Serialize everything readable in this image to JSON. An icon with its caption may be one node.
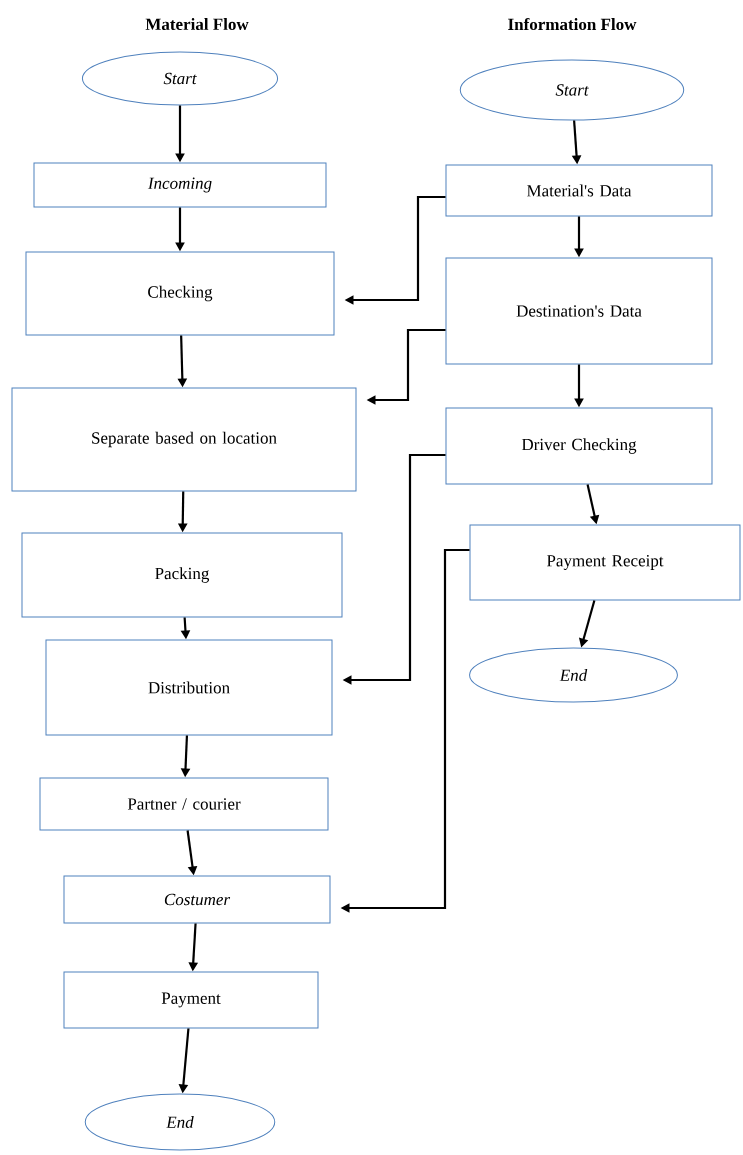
{
  "diagram": {
    "nodes": [
      {
        "text": [
          "Start"
        ]
      },
      {
        "text": [
          "Incoming"
        ]
      },
      {
        "text": [
          "Checking"
        ]
      },
      {
        "text": [
          "Separate based on location"
        ]
      },
      {
        "text": [
          "Packing"
        ]
      },
      {
        "text": [
          "Distribution"
        ]
      },
      {
        "text": [
          "Partner / courier"
        ]
      },
      {
        "text": [
          "Costumer"
        ]
      },
      {
        "text": [
          "Payment"
        ]
      },
      {
        "text": [
          "End"
        ]
      },
      {
        "text": [
          "Start"
        ]
      },
      {
        "text": [
          "Material's Data"
        ]
      },
      {
        "text": [
          "Destination's Data"
        ]
      },
      {
        "text": [
          "Driver Checking"
        ]
      },
      {
        "text": [
          "Payment Receipt"
        ]
      },
      {
        "text": [
          "End"
        ]
      }
    ],
    "edges": [
      {
        "from": 0,
        "to": 1,
        "arrow": "to"
      },
      {
        "from": 1,
        "to": 2,
        "arrow": "to"
      },
      {
        "from": 2,
        "to": 3,
        "arrow": "to"
      },
      {
        "from": 3,
        "to": 4,
        "arrow": "to"
      },
      {
        "from": 4,
        "to": 5,
        "arrow": "to"
      },
      {
        "from": 5,
        "to": 6,
        "arrow": "to"
      },
      {
        "from": 6,
        "to": 7,
        "arrow": "to"
      },
      {
        "from": 7,
        "to": 8,
        "arrow": "to"
      },
      {
        "from": 8,
        "to": 9,
        "arrow": "to"
      },
      {
        "from": 10,
        "to": 11,
        "arrow": "to"
      },
      {
        "from": 11,
        "to": 12,
        "arrow": "to"
      },
      {
        "from": 12,
        "to": 13,
        "arrow": "to"
      },
      {
        "from": 13,
        "to": 14,
        "arrow": "to"
      },
      {
        "from": 14,
        "to": 15,
        "arrow": "to"
      },
      {
        "from": 11,
        "to": 2,
        "arrow": "to"
      },
      {
        "from": 12,
        "to": 3,
        "arrow": "to"
      },
      {
        "from": 13,
        "to": 5,
        "arrow": "to"
      },
      {
        "from": 14,
        "to": 7,
        "arrow": "to"
      }
    ],
    "labels": [
      "Material Flow",
      "Information Flow"
    ]
  }
}
